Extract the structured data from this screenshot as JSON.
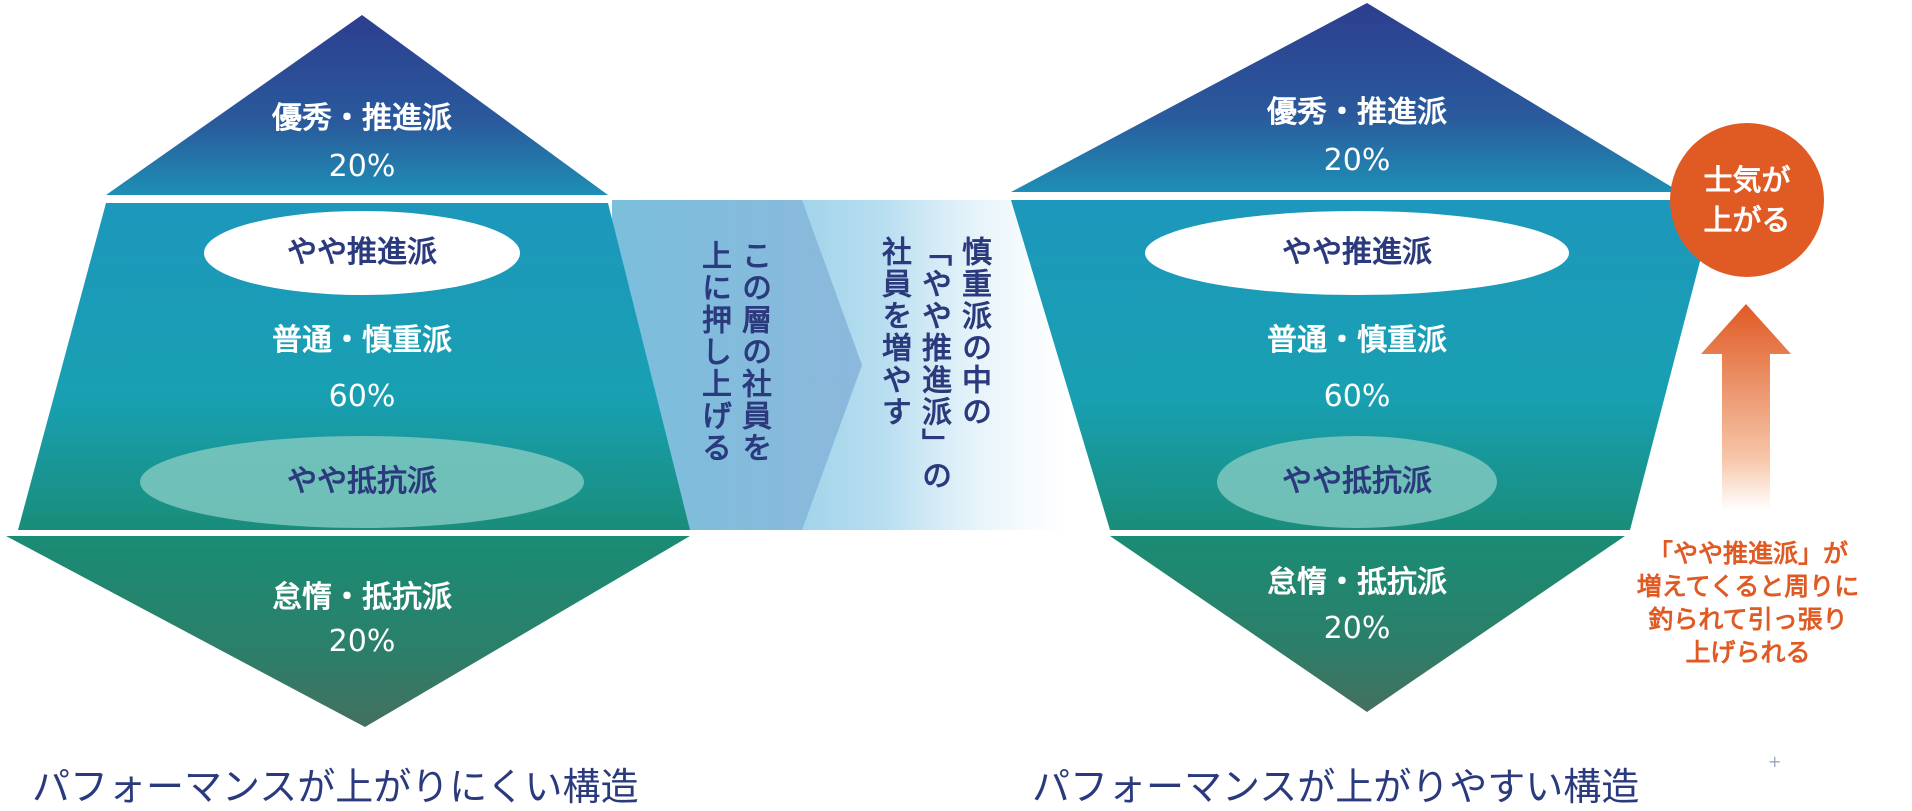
{
  "left": {
    "top_layer": {
      "name": "優秀・推進派",
      "pct": "20%"
    },
    "mid_oval_top": "やや推進派",
    "mid_layer": {
      "name": "普通・慎重派",
      "pct": "60%"
    },
    "mid_oval_bottom": "やや抵抗派",
    "bottom_layer": {
      "name": "怠惰・抵抗派",
      "pct": "20%"
    },
    "caption": "パフォーマンスが上がりにくい構造"
  },
  "middle": {
    "arrow_text": [
      "この層の社員を",
      "上に押し上げる"
    ],
    "fade_text": [
      "慎重派の中の",
      "「やや推進派」の",
      "社員を増やす"
    ]
  },
  "right": {
    "top_layer": {
      "name": "優秀・推進派",
      "pct": "20%"
    },
    "mid_oval_top": "やや推進派",
    "mid_layer": {
      "name": "普通・慎重派",
      "pct": "60%"
    },
    "mid_oval_bottom": "やや抵抗派",
    "bottom_layer": {
      "name": "怠惰・抵抗派",
      "pct": "20%"
    },
    "caption": "パフォーマンスが上がりやすい構造"
  },
  "morale": {
    "circle_lines": [
      "士気が",
      "上がる"
    ],
    "note_lines": [
      "「やや推進派」が",
      "増えてくると周りに",
      "釣られて引っ張り",
      "上げられる"
    ]
  },
  "colors": {
    "navy": "#2e4591",
    "teal": "#189ab8",
    "green": "#1a8a72",
    "orange": "#e05a24",
    "text_navy": "#2b3a7d"
  }
}
